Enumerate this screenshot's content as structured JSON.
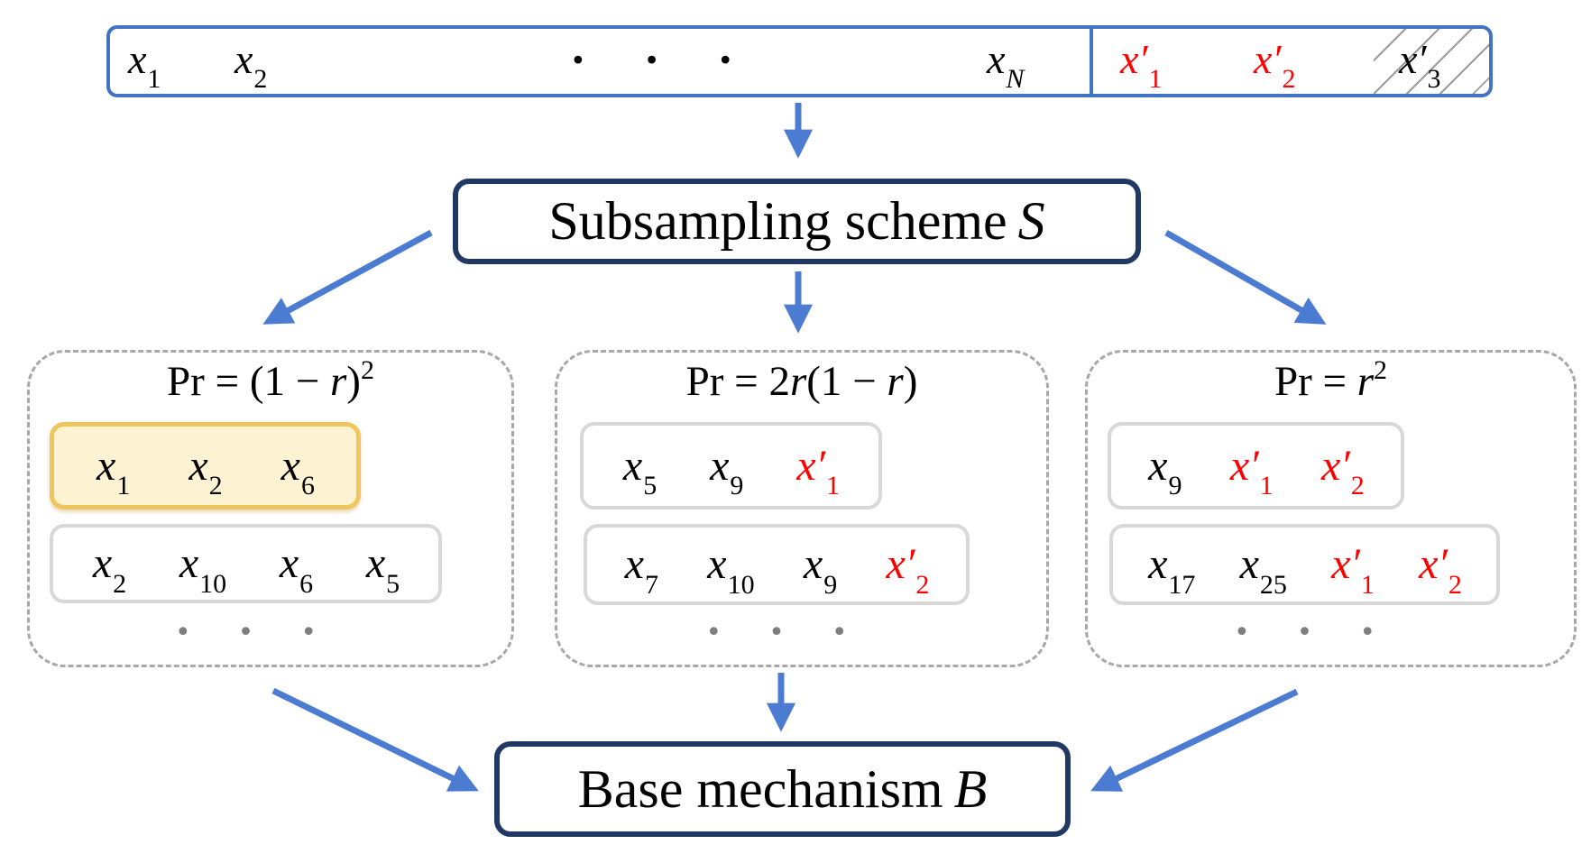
{
  "colors": {
    "accent_blue": "#4472C4",
    "arrow_blue": "#4C7CD1",
    "navy_border": "#1F3864",
    "red": "#FF0000",
    "highlight_fill": "#FDF3D3",
    "highlight_border": "#EFC65E",
    "chip_border": "#D8D8D8",
    "dashed_border": "#A8A8A8",
    "dot_gray": "#7F7F7F"
  },
  "dataset_bar": {
    "items": [
      {
        "base": "x",
        "sub": "1",
        "variant": "black"
      },
      {
        "base": "x",
        "sub": "2",
        "variant": "black"
      },
      {
        "base": "x",
        "sub": "N",
        "variant": "black"
      }
    ],
    "ellipsis": "•••",
    "added": [
      {
        "base": "x′",
        "sub": "1",
        "variant": "red"
      },
      {
        "base": "x′",
        "sub": "2",
        "variant": "red"
      },
      {
        "base": "x′",
        "sub": "3",
        "variant": "black",
        "hatched": true
      }
    ]
  },
  "subsampling_box": {
    "text": "Subsampling scheme",
    "symbol": "S"
  },
  "base_box": {
    "text": "Base mechanism",
    "symbol": "B"
  },
  "branches": [
    {
      "probability_parts": {
        "p1": "Pr = (1 − ",
        "var1": "r",
        "p2": ")",
        "sup": "2"
      },
      "row1": {
        "highlighted": true,
        "items": [
          {
            "base": "x",
            "sub": "1",
            "variant": "black"
          },
          {
            "base": "x",
            "sub": "2",
            "variant": "black"
          },
          {
            "base": "x",
            "sub": "6",
            "variant": "black"
          }
        ]
      },
      "row2": {
        "items": [
          {
            "base": "x",
            "sub": "2",
            "variant": "black"
          },
          {
            "base": "x",
            "sub": "10",
            "variant": "black"
          },
          {
            "base": "x",
            "sub": "6",
            "variant": "black"
          },
          {
            "base": "x",
            "sub": "5",
            "variant": "black"
          }
        ]
      },
      "dots": "•••"
    },
    {
      "probability_parts": {
        "p1": "Pr = 2",
        "var1": "r",
        "p2": "(1 − ",
        "var2": "r",
        "p3": ")"
      },
      "row1": {
        "highlighted": false,
        "items": [
          {
            "base": "x",
            "sub": "5",
            "variant": "black"
          },
          {
            "base": "x",
            "sub": "9",
            "variant": "black"
          },
          {
            "base": "x′",
            "sub": "1",
            "variant": "red"
          }
        ]
      },
      "row2": {
        "items": [
          {
            "base": "x",
            "sub": "7",
            "variant": "black"
          },
          {
            "base": "x",
            "sub": "10",
            "variant": "black"
          },
          {
            "base": "x",
            "sub": "9",
            "variant": "black"
          },
          {
            "base": "x′",
            "sub": "2",
            "variant": "red"
          }
        ]
      },
      "dots": "•••"
    },
    {
      "probability_parts": {
        "p1": "Pr = ",
        "var1": "r",
        "sup": "2"
      },
      "row1": {
        "highlighted": false,
        "items": [
          {
            "base": "x",
            "sub": "9",
            "variant": "black"
          },
          {
            "base": "x′",
            "sub": "1",
            "variant": "red"
          },
          {
            "base": "x′",
            "sub": "2",
            "variant": "red"
          }
        ]
      },
      "row2": {
        "items": [
          {
            "base": "x",
            "sub": "17",
            "variant": "black"
          },
          {
            "base": "x",
            "sub": "25",
            "variant": "black"
          },
          {
            "base": "x′",
            "sub": "1",
            "variant": "red"
          },
          {
            "base": "x′",
            "sub": "2",
            "variant": "red"
          }
        ]
      },
      "dots": "•••"
    }
  ]
}
